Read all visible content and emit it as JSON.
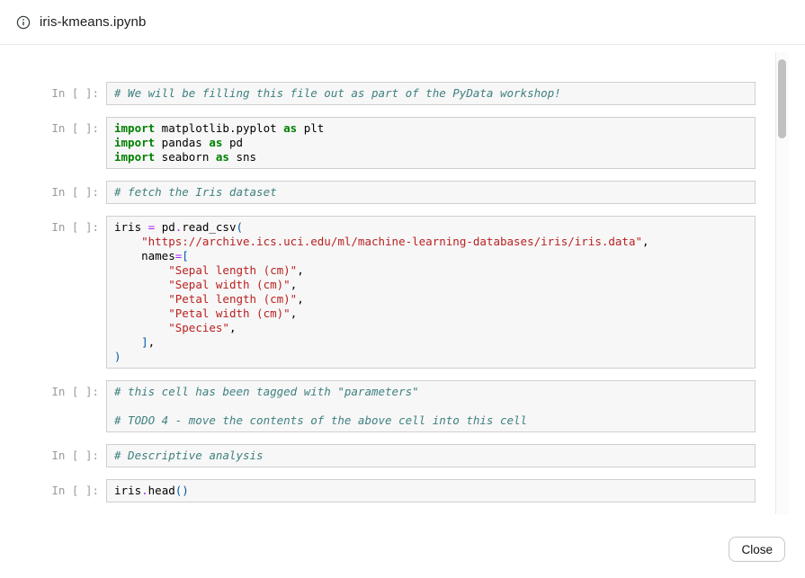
{
  "header": {
    "title": "iris-kmeans.ipynb",
    "icon": "info-icon"
  },
  "footer": {
    "close_label": "Close"
  },
  "syntax_colors": {
    "keyword": "#008000",
    "comment": "#408080",
    "string": "#ba2121",
    "operator": "#aa22ff",
    "bracket": "#0055aa",
    "plain": "#000000"
  },
  "ui_colors": {
    "cell_background": "#f7f7f7",
    "cell_border": "#cfcfcf",
    "prompt_text": "#9a9a9a",
    "header_border": "#e7e7e7",
    "scrollbar_thumb": "#c1c1c1"
  },
  "notebook": {
    "prompt": "In [ ]:",
    "cells": [
      {
        "lines": [
          [
            {
              "s": "c",
              "t": "# We will be filling this file out as part of the PyData workshop!"
            }
          ]
        ]
      },
      {
        "lines": [
          [
            {
              "s": "k",
              "t": "import"
            },
            {
              "s": "n",
              "t": " matplotlib.pyplot "
            },
            {
              "s": "k",
              "t": "as"
            },
            {
              "s": "n",
              "t": " plt"
            }
          ],
          [
            {
              "s": "k",
              "t": "import"
            },
            {
              "s": "n",
              "t": " pandas "
            },
            {
              "s": "k",
              "t": "as"
            },
            {
              "s": "n",
              "t": " pd"
            }
          ],
          [
            {
              "s": "k",
              "t": "import"
            },
            {
              "s": "n",
              "t": " seaborn "
            },
            {
              "s": "k",
              "t": "as"
            },
            {
              "s": "n",
              "t": " sns"
            }
          ]
        ]
      },
      {
        "lines": [
          [
            {
              "s": "c",
              "t": "# fetch the Iris dataset"
            }
          ]
        ]
      },
      {
        "lines": [
          [
            {
              "s": "n",
              "t": "iris "
            },
            {
              "s": "o",
              "t": "="
            },
            {
              "s": "n",
              "t": " pd"
            },
            {
              "s": "o",
              "t": "."
            },
            {
              "s": "n",
              "t": "read_csv"
            },
            {
              "s": "p",
              "t": "("
            }
          ],
          [
            {
              "s": "n",
              "t": "    "
            },
            {
              "s": "s",
              "t": "\"https://archive.ics.uci.edu/ml/machine-learning-databases/iris/iris.data\""
            },
            {
              "s": "n",
              "t": ","
            }
          ],
          [
            {
              "s": "n",
              "t": "    names"
            },
            {
              "s": "o",
              "t": "="
            },
            {
              "s": "p",
              "t": "["
            }
          ],
          [
            {
              "s": "n",
              "t": "        "
            },
            {
              "s": "s",
              "t": "\"Sepal length (cm)\""
            },
            {
              "s": "n",
              "t": ","
            }
          ],
          [
            {
              "s": "n",
              "t": "        "
            },
            {
              "s": "s",
              "t": "\"Sepal width (cm)\""
            },
            {
              "s": "n",
              "t": ","
            }
          ],
          [
            {
              "s": "n",
              "t": "        "
            },
            {
              "s": "s",
              "t": "\"Petal length (cm)\""
            },
            {
              "s": "n",
              "t": ","
            }
          ],
          [
            {
              "s": "n",
              "t": "        "
            },
            {
              "s": "s",
              "t": "\"Petal width (cm)\""
            },
            {
              "s": "n",
              "t": ","
            }
          ],
          [
            {
              "s": "n",
              "t": "        "
            },
            {
              "s": "s",
              "t": "\"Species\""
            },
            {
              "s": "n",
              "t": ","
            }
          ],
          [
            {
              "s": "n",
              "t": "    "
            },
            {
              "s": "p",
              "t": "]"
            },
            {
              "s": "n",
              "t": ","
            }
          ],
          [
            {
              "s": "p",
              "t": ")"
            }
          ]
        ]
      },
      {
        "lines": [
          [
            {
              "s": "c",
              "t": "# this cell has been tagged with \"parameters\""
            }
          ],
          [],
          [
            {
              "s": "c",
              "t": "# TODO 4 - move the contents of the above cell into this cell"
            }
          ]
        ]
      },
      {
        "lines": [
          [
            {
              "s": "c",
              "t": "# Descriptive analysis"
            }
          ]
        ]
      },
      {
        "lines": [
          [
            {
              "s": "n",
              "t": "iris"
            },
            {
              "s": "o",
              "t": "."
            },
            {
              "s": "n",
              "t": "head"
            },
            {
              "s": "p",
              "t": "("
            },
            {
              "s": "p",
              "t": ")"
            }
          ]
        ]
      }
    ]
  }
}
